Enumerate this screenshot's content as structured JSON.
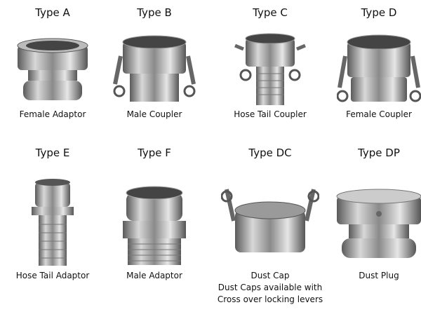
{
  "items": [
    {
      "type": "Type A",
      "caption": "Female Adaptor",
      "icon": "female-adaptor"
    },
    {
      "type": "Type B",
      "caption": "Male Coupler",
      "icon": "male-coupler"
    },
    {
      "type": "Type C",
      "caption": "Hose Tail Coupler",
      "icon": "hose-tail-coupler"
    },
    {
      "type": "Type D",
      "caption": "Female Coupler",
      "icon": "female-coupler"
    },
    {
      "type": "Type E",
      "caption": "Hose Tail Adaptor",
      "icon": "hose-tail-adaptor"
    },
    {
      "type": "Type F",
      "caption": "Male Adaptor",
      "icon": "male-adaptor"
    },
    {
      "type": "Type DC",
      "caption": "Dust Cap",
      "note1": "Dust Caps available with",
      "note2": "Cross over locking levers",
      "icon": "dust-cap"
    },
    {
      "type": "Type DP",
      "caption": "Dust Plug",
      "icon": "dust-plug"
    }
  ]
}
